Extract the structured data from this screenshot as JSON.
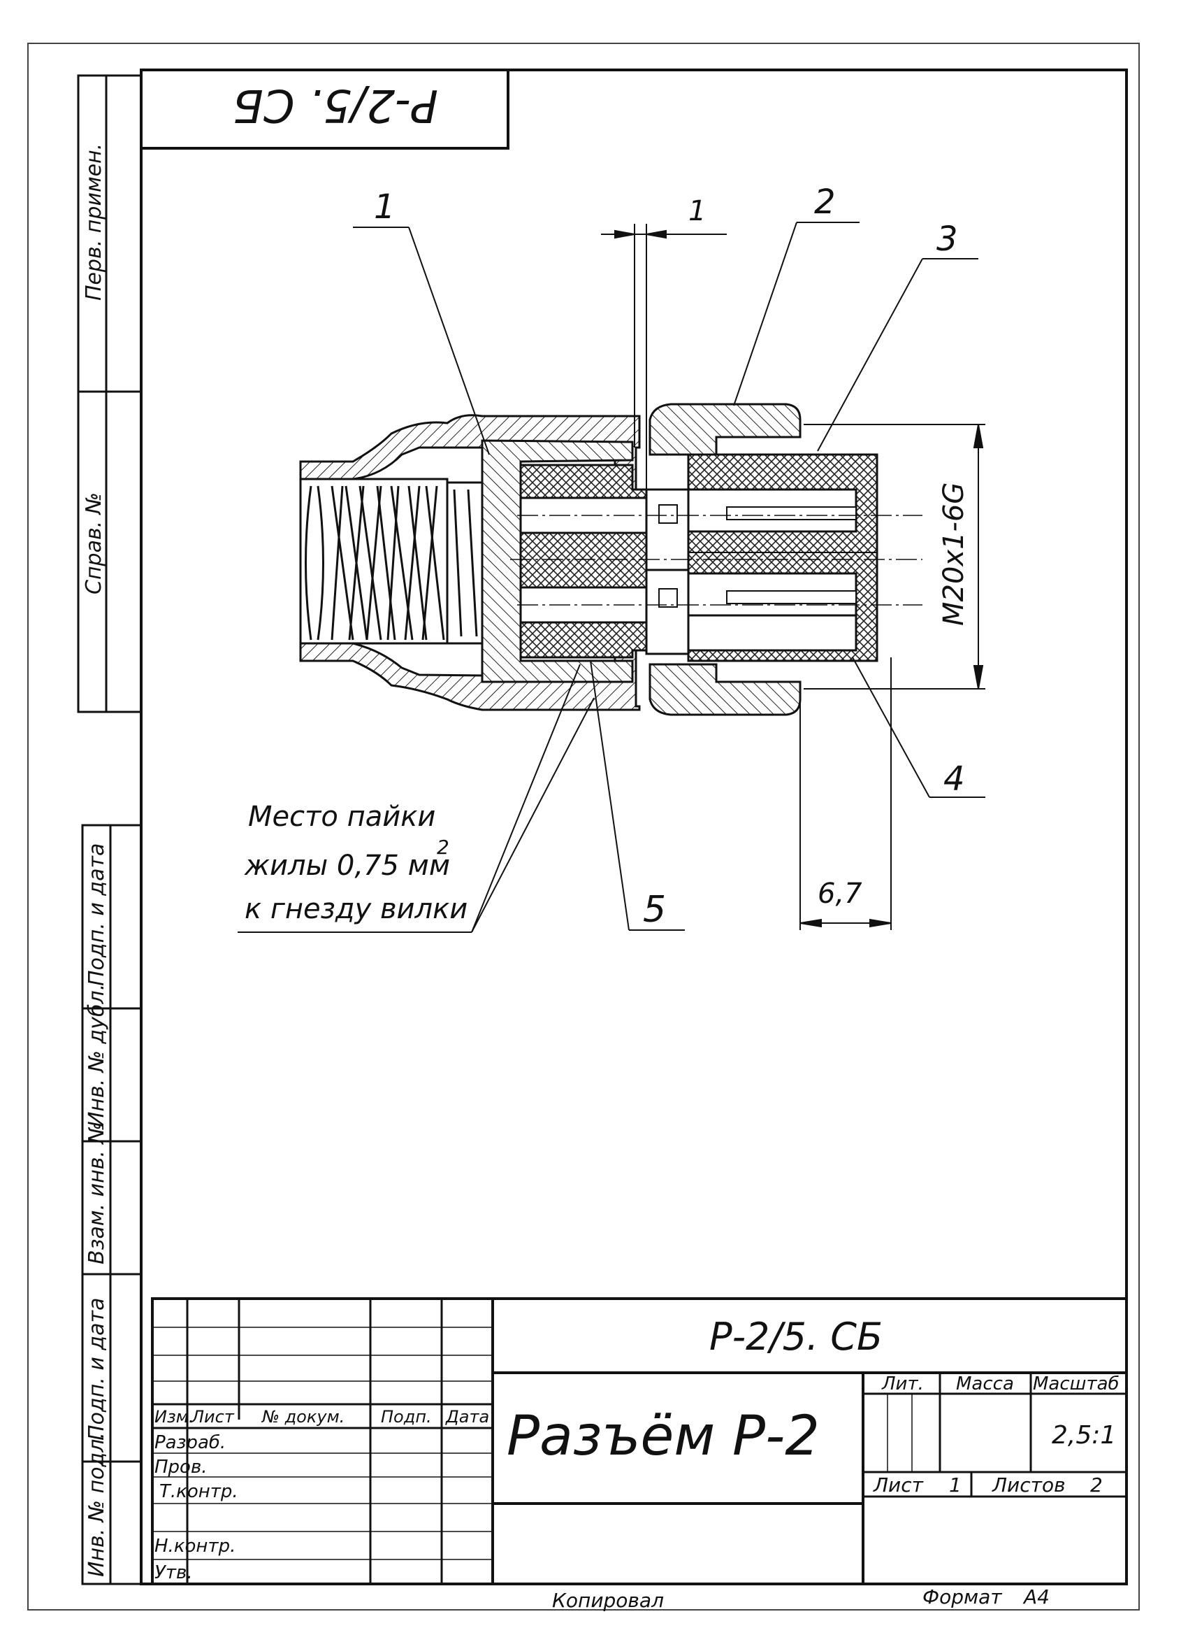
{
  "sheet": {
    "corner_code_rotated": "Р-2/5. СБ",
    "drawing_code": "Р-2/5. СБ",
    "title": "Разъём Р-2",
    "footer_copied": "Копировал",
    "footer_format_label": "Формат",
    "footer_format_value": "А4"
  },
  "side_column": {
    "perv_primen": "Перв. примен.",
    "sprav_no": "Справ. №",
    "podp_data_1": "Подп. и дата",
    "inv_dubl": "Инв. № дубл.",
    "vzam_inv": "Взам. инв. №",
    "podp_data_2": "Подп. и дата",
    "inv_podl": "Инв. № подл."
  },
  "callouts": {
    "pos1": "1",
    "pos2": "2",
    "pos3": "3",
    "pos4": "4",
    "pos5": "5",
    "gap_dim": "1",
    "thread": "М20х1-6G",
    "dim_67": "6,7"
  },
  "note": {
    "line1": "Место пайки",
    "line2": "жилы 0,75 мм",
    "sup": "2",
    "line3": "к гнезду вилки"
  },
  "title_block": {
    "hdr_izm": "Изм.",
    "hdr_list": "Лист",
    "hdr_docum": "№ докум.",
    "hdr_podp": "Подп.",
    "hdr_data": "Дата",
    "razrab": "Разраб.",
    "prov": "Пров.",
    "tkontr": "Т.контр.",
    "nkontr": "Н.контр.",
    "utv": "Утв.",
    "lit": "Лит.",
    "massa": "Масса",
    "masshtab": "Масштаб",
    "scale_value": "2,5:1",
    "list_label": "Лист",
    "list_value": "1",
    "listov_label": "Листов",
    "listov_value": "2"
  }
}
